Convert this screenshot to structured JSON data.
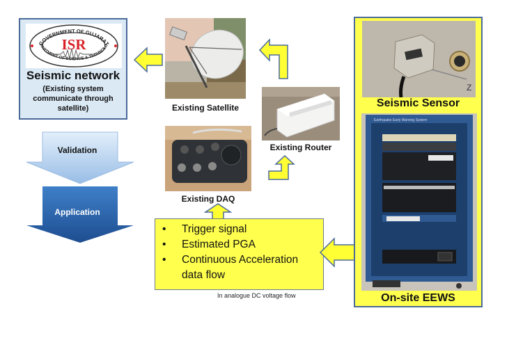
{
  "seismic_network": {
    "logo": {
      "top_text": "GOVERNMENT OF GUJARAT",
      "main_text": "ISR",
      "bottom_text": "DEPARTMENT OF SCIENCE & TECHNOLOGY"
    },
    "title": "Seismic network",
    "subtitle_lines": [
      "(Existing system",
      "communicate through",
      "satellite)"
    ]
  },
  "devices": {
    "satellite": "Existing Satellite",
    "router": "Existing Router",
    "daq": "Existing DAQ"
  },
  "process_arrows": {
    "validation": "Validation",
    "application": "Application"
  },
  "info_box": {
    "bullets": [
      "Trigger signal",
      "Estimated PGA",
      "Continuous Acceleration"
    ],
    "continuation": "data flow",
    "note": "In analogue DC voltage flow"
  },
  "eews": {
    "sensor_label": "Seismic Sensor",
    "rack_header": "Earthquake Early Warning System",
    "system_label": "On-site EEWS"
  },
  "colors": {
    "arrow_yellow": "#ffff33",
    "arrow_outline": "#4a6a9a",
    "box_yellow": "#ffff4d",
    "isr_box_bg": "#dbe9f5",
    "isr_red": "#d8232a",
    "validation_top": "#dbe9f8",
    "validation_bottom": "#9fc3ea",
    "application_top": "#3b7ac4",
    "application_bottom": "#1f4f93"
  }
}
